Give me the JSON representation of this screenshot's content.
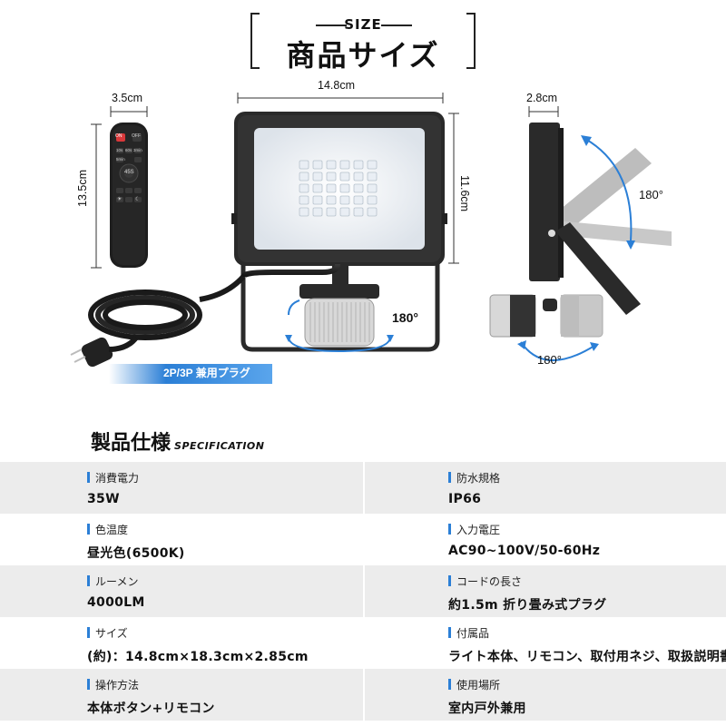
{
  "header": {
    "size_label": "SIZE",
    "title": "商品サイズ"
  },
  "dimensions": {
    "remote_width": "3.5cm",
    "remote_height": "13.5cm",
    "light_width": "14.8cm",
    "light_height": "11.6cm",
    "side_depth": "2.8cm",
    "sensor_rotation": "180°",
    "bracket_rotation": "180°",
    "side_sensor_rotation": "180°"
  },
  "remote": {
    "buttons": [
      "ON",
      "OFF",
      "10s",
      "60s",
      "3min",
      "5min",
      "45S",
      "☀",
      "☾"
    ]
  },
  "plug": {
    "label": "2P/3P 兼用プラグ"
  },
  "colors": {
    "accent": "#2b7fd6",
    "fixture": "#2a2a2a",
    "panel": "#f4f6f8",
    "row_shade": "#ececec"
  },
  "spec": {
    "title_jp": "製品仕様",
    "title_en": "SPECIFICATION",
    "rows": [
      {
        "left": {
          "label": "消費電力",
          "value": "35W"
        },
        "right": {
          "label": "防水規格",
          "value": "IP66"
        }
      },
      {
        "left": {
          "label": "色温度",
          "value": "昼光色(6500K)"
        },
        "right": {
          "label": "入力電圧",
          "value": "AC90~100V/50-60Hz"
        }
      },
      {
        "left": {
          "label": "ルーメン",
          "value": "4000LM"
        },
        "right": {
          "label": "コードの長さ",
          "value": "約1.5m 折り畳み式プラグ"
        }
      },
      {
        "left": {
          "label": "サイズ",
          "value": "(約)：14.8cm×18.3cm×2.85cm"
        },
        "right": {
          "label": "付属品",
          "value": "ライト本体、リモコン、取付用ネジ、取扱説明書"
        }
      },
      {
        "left": {
          "label": "操作方法",
          "value": "本体ボタン+リモコン"
        },
        "right": {
          "label": "使用場所",
          "value": "室内戸外兼用"
        }
      }
    ]
  }
}
